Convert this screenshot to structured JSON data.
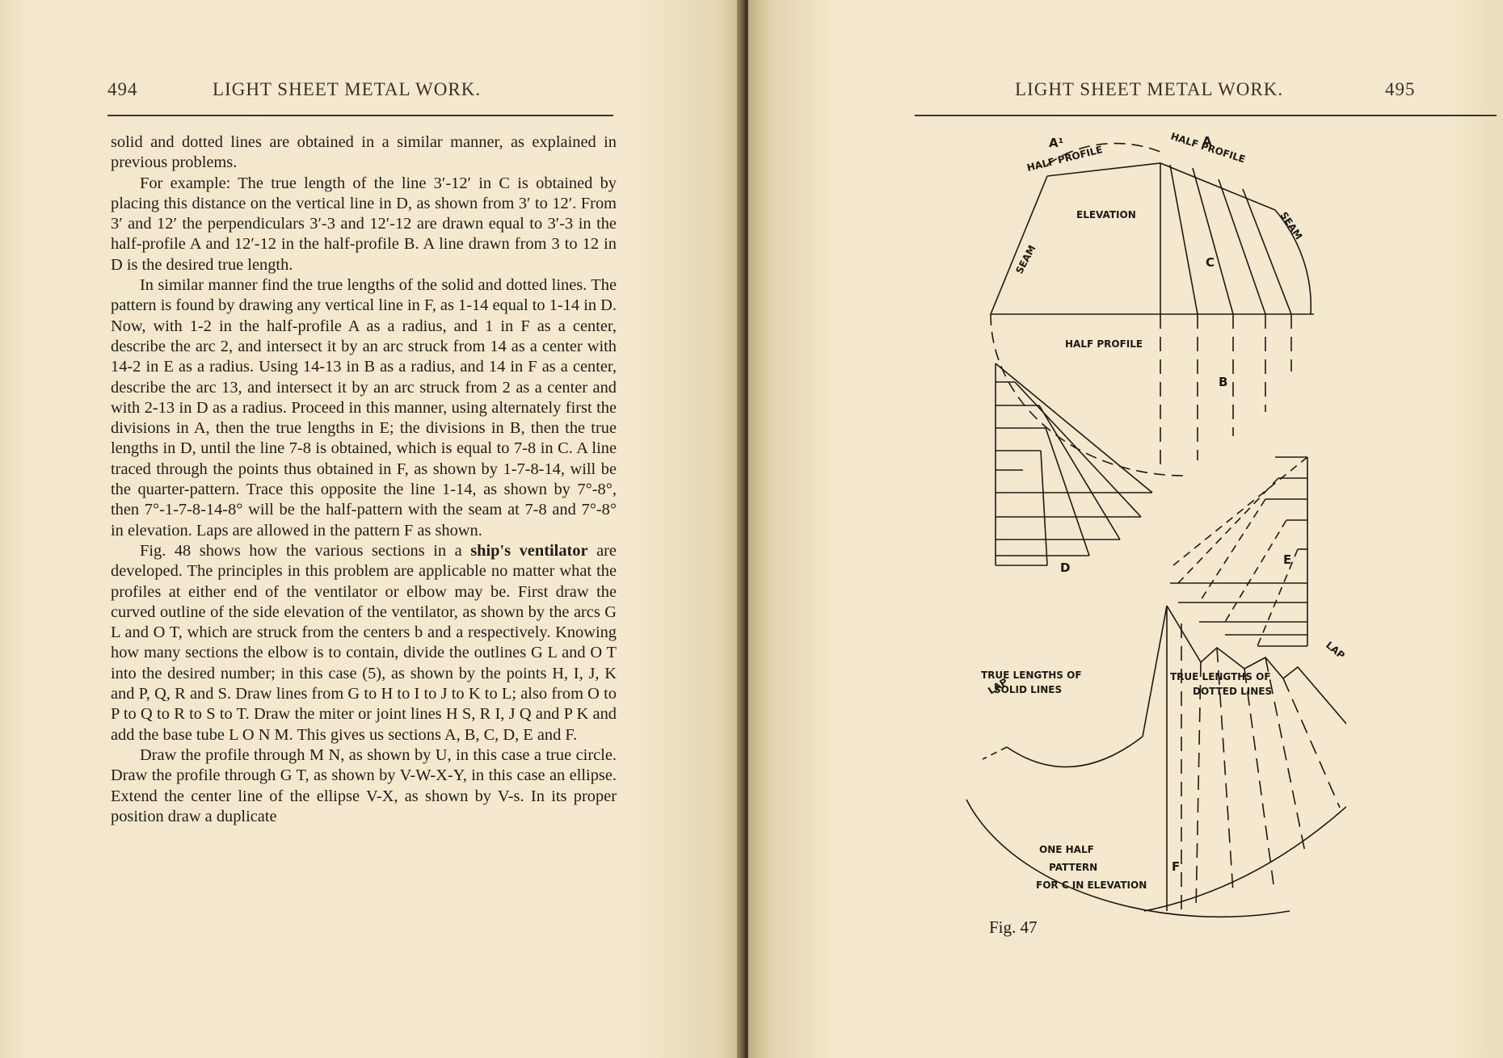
{
  "left_page": {
    "page_number": "494",
    "running_head": "LIGHT SHEET METAL WORK.",
    "paragraphs": [
      {
        "indent": false,
        "text": "solid and dotted lines are obtained in a similar manner, as explained in previous problems."
      },
      {
        "indent": true,
        "text": "For example: The true length of the line 3′-12′ in C is obtained by placing this distance on the vertical line in D, as shown from 3′ to 12′. From 3′ and 12′ the perpendiculars 3′-3 and 12′-12 are drawn equal to 3′-3 in the half-profile A and 12′-12 in the half-profile B. A line drawn from 3 to 12 in D is the desired true length."
      },
      {
        "indent": true,
        "text": "In similar manner find the true lengths of the solid and dotted lines. The pattern is found by drawing any vertical line in F, as 1-14 equal to 1-14 in D. Now, with 1-2 in the half-profile A as a radius, and 1 in F as a center, describe the arc 2, and intersect it by an arc struck from 14 as a center with 14-2 in E as a radius. Using 14-13 in B as a radius, and 14 in F as a center, describe the arc 13, and intersect it by an arc struck from 2 as a center and with 2-13 in D as a radius. Proceed in this manner, using alternately first the divisions in A, then the true lengths in E; the divisions in B, then the true lengths in D, until the line 7-8 is obtained, which is equal to 7-8 in C. A line traced through the points thus obtained in F, as shown by 1-7-8-14, will be the quarter-pattern. Trace this opposite the line 1-14, as shown by 7°-8°, then 7°-1-7-8-14-8° will be the half-pattern with the seam at 7-8 and 7°-8° in elevation. Laps are allowed in the pattern F as shown."
      },
      {
        "indent": true,
        "text_before": "Fig. 48 shows how the various sections in a ",
        "bold": "ship's ventilator",
        "text_after": " are developed. The principles in this problem are applicable no matter what the profiles at either end of the ventilator or elbow may be. First draw the curved outline of the side elevation of the ventilator, as shown by the arcs G L and O T, which are struck from the centers b and a respectively. Knowing how many sections the elbow is to contain, divide the outlines G L and O T into the desired number; in this case (5), as shown by the points H, I, J, K and P, Q, R and S. Draw lines from G to H to I to J to K to L; also from O to P to Q to R to S to T. Draw the miter or joint lines H S, R I, J Q and P K and add the base tube L O N M. This gives us sections A, B, C, D, E and F."
      },
      {
        "indent": true,
        "text": "Draw the profile through M N, as shown by U, in this case a true circle. Draw the profile through G T, as shown by V-W-X-Y, in this case an ellipse. Extend the center line of the ellipse V-X, as shown by V-s. In its proper position draw a duplicate"
      }
    ]
  },
  "right_page": {
    "page_number": "495",
    "running_head": "LIGHT SHEET METAL WORK.",
    "figure": {
      "caption": "Fig. 47",
      "labels": {
        "elevation": "ELEVATION",
        "half_profile_top_left": "HALF PROFILE",
        "half_profile_top_right": "HALF PROFILE",
        "half_profile_mid": "HALF PROFILE",
        "seam": "SEAM",
        "lap": "LAP",
        "sec_a": "A",
        "sec_a1": "A¹",
        "sec_b": "B",
        "sec_c": "C",
        "sec_d": "D",
        "sec_e": "E",
        "sec_f": "F",
        "true_solid_1": "TRUE LENGTHS OF",
        "true_solid_2": "SOLID LINES",
        "true_dotted_1": "TRUE LENGTHS OF",
        "true_dotted_2": "DOTTED LINES",
        "pattern_1": "ONE HALF",
        "pattern_2": "PATTERN",
        "pattern_3": "FOR C IN ELEVATION"
      }
    }
  }
}
